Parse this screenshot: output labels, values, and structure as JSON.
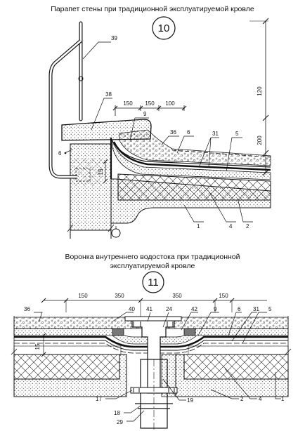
{
  "detail_10": {
    "title": "Парапет стены при традиционной эксплуатируемой кровле",
    "number": "10",
    "dim_top": [
      "150",
      "150",
      "100"
    ],
    "dim_right": [
      "120",
      "200"
    ],
    "dim_left": "15",
    "callouts": [
      "39",
      "38",
      "9",
      "36",
      "6",
      "31",
      "5",
      "6",
      "1",
      "4",
      "2"
    ]
  },
  "detail_11": {
    "title_line1": "Воронка внутреннего водостока при традиционной",
    "title_line2": "эксплуатируемой кровле",
    "number": "11",
    "dim_top": [
      "150",
      "350",
      "350",
      "150"
    ],
    "dim_left": "15",
    "callouts_top": [
      "36",
      "40",
      "41",
      "24",
      "42",
      "9",
      "6",
      "31",
      "5"
    ],
    "callouts_bottom": [
      "17",
      "18",
      "29",
      "19",
      "2",
      "4",
      "1"
    ]
  }
}
